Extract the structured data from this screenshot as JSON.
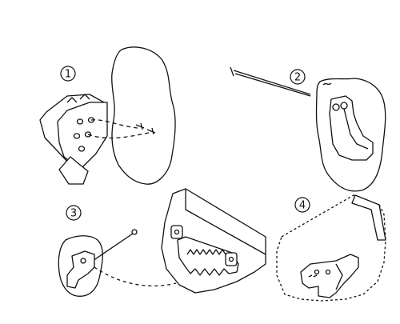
{
  "diagram": {
    "steps": [
      {
        "label": "1",
        "depicts": "clip-installation-with-nails"
      },
      {
        "label": "2",
        "depicts": "nail-hammered-through-clip"
      },
      {
        "label": "3",
        "depicts": "clip-hung-on-wall-nail"
      },
      {
        "label": "4",
        "depicts": "frame-mounted-on-clip"
      }
    ],
    "colors": {
      "line": "#111111",
      "background": "#ffffff",
      "fill": "#ffffff"
    }
  }
}
